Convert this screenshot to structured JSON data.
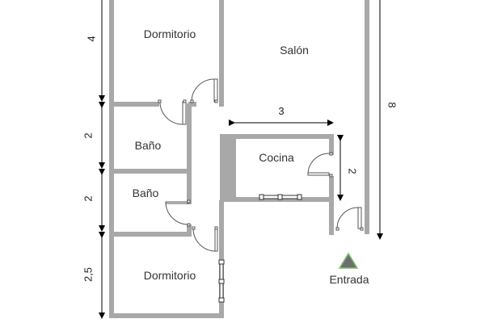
{
  "plan": {
    "rooms": [
      {
        "id": "dormitorio-1",
        "label": "Dormitorio"
      },
      {
        "id": "salon",
        "label": "Salón"
      },
      {
        "id": "bano-1",
        "label": "Baño"
      },
      {
        "id": "bano-2",
        "label": "Baño"
      },
      {
        "id": "cocina",
        "label": "Cocina"
      },
      {
        "id": "dormitorio-2",
        "label": "Dormitorio"
      }
    ],
    "dimensions": {
      "left_top": "4",
      "left_bano1": "2",
      "left_bano2": "2",
      "left_bottom": "2,5",
      "cocina_width": "3",
      "cocina_height": "2",
      "salon_height": "8"
    },
    "entrance": {
      "label": "Entrada",
      "marker_fill": "#6e6e6e",
      "marker_stroke": "#7dc36b"
    },
    "colors": {
      "wall": "#a8a8a8",
      "dim_line": "#000000",
      "text": "#333333"
    }
  }
}
